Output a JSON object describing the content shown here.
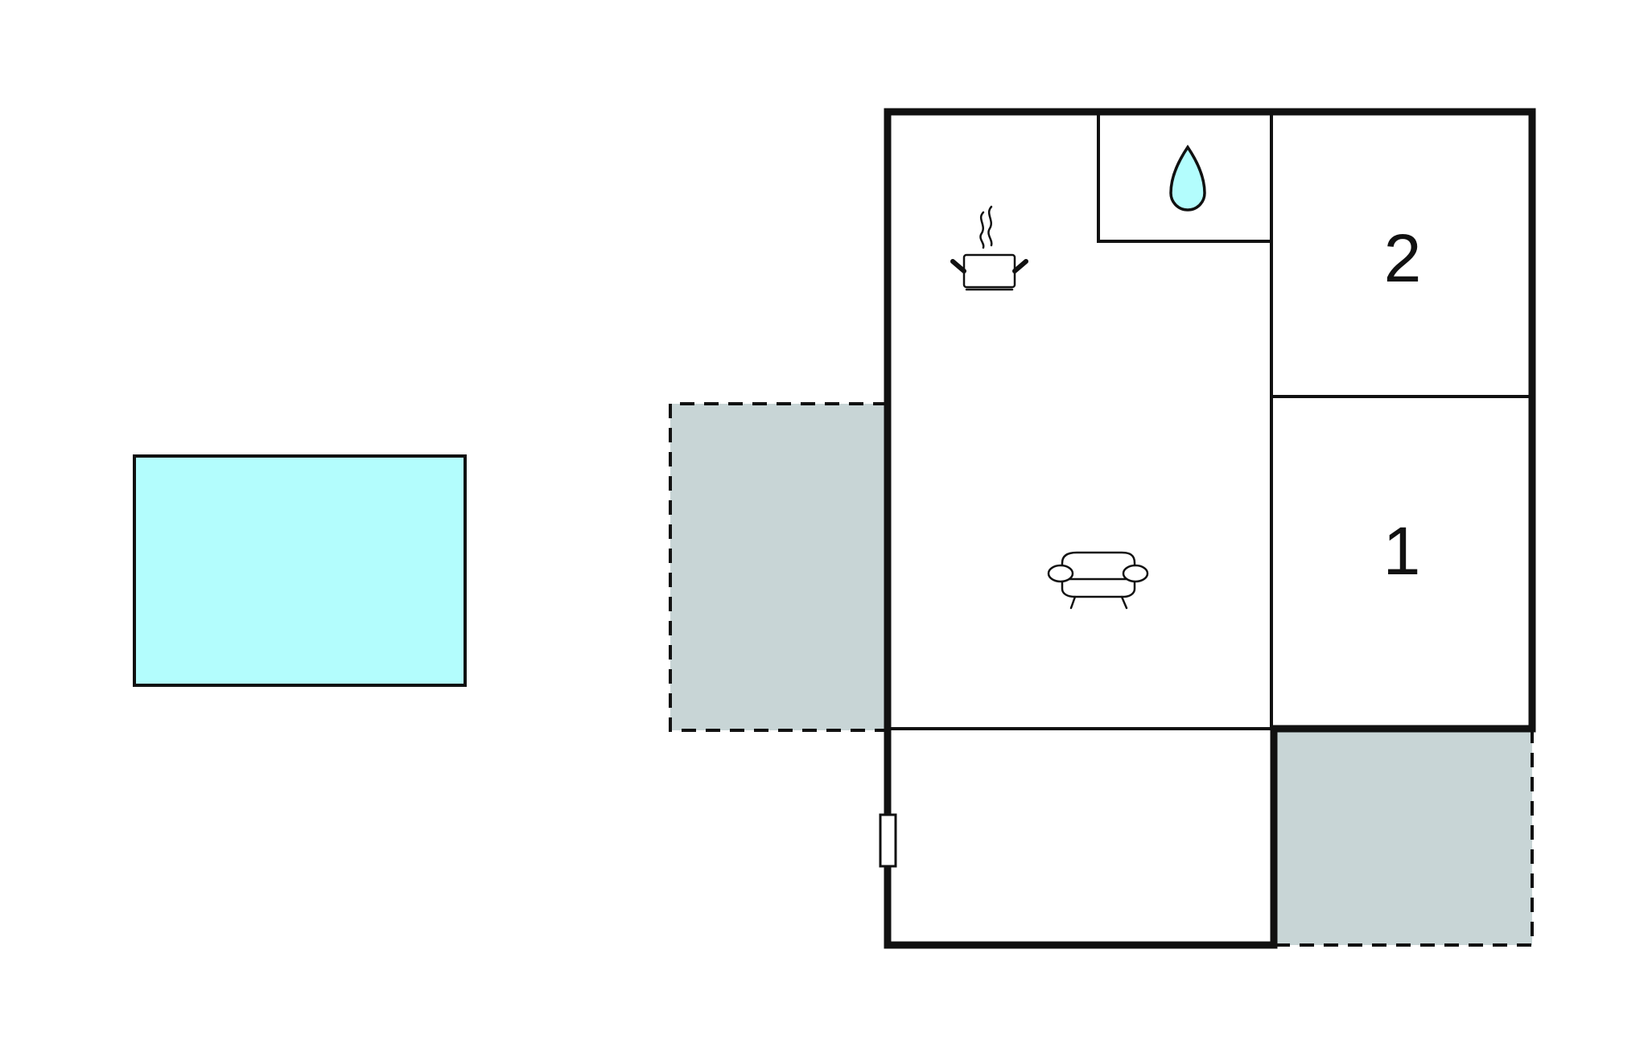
{
  "floor_plan": {
    "rooms": [
      {
        "id": "bedroom-2",
        "label": "2"
      },
      {
        "id": "bedroom-1",
        "label": "1"
      }
    ],
    "icons": [
      "kitchen-pot-icon",
      "bathroom-water-drop-icon",
      "living-room-sofa-icon",
      "door-icon"
    ],
    "colors": {
      "pool": "#b3fdfd",
      "terrace": "#c8d5d6",
      "water_drop": "#b3fdfd",
      "walls": "#111111",
      "background": "#ffffff"
    }
  }
}
